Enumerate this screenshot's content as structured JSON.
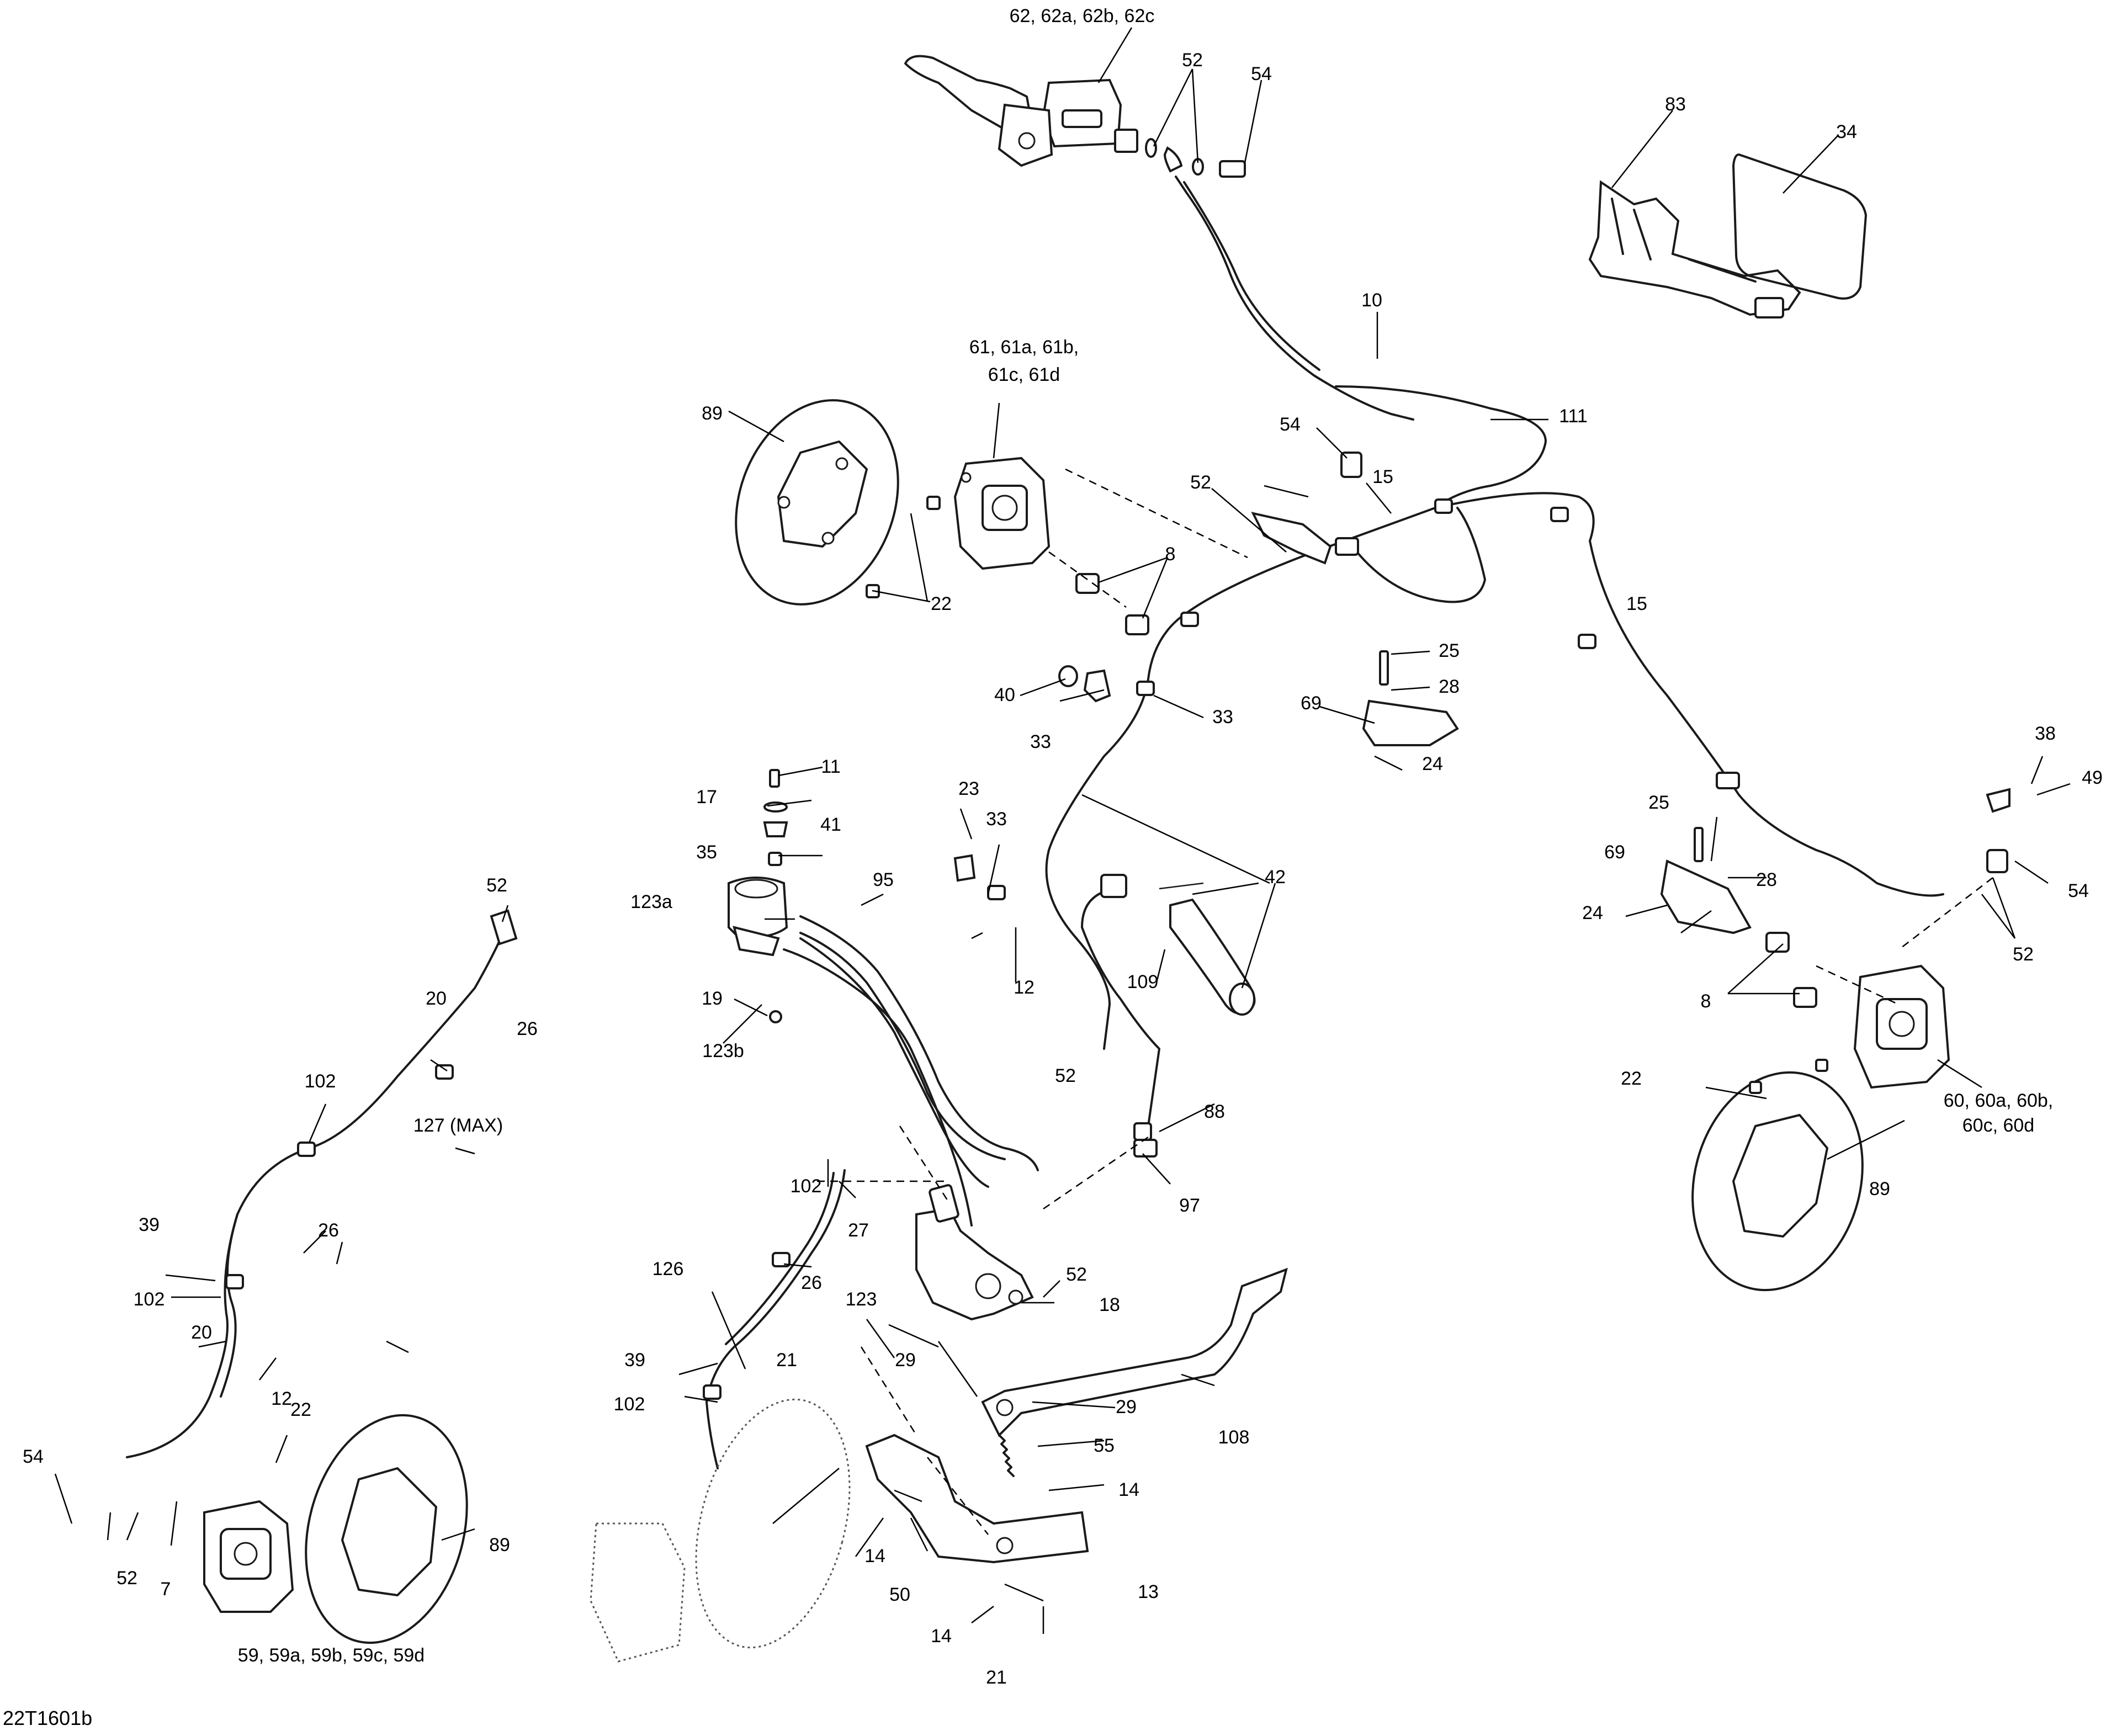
{
  "diagram": {
    "drawing_number": "22T1601b",
    "callouts": {
      "c62": "62, 62a, 62b, 62c",
      "c52_top": "52",
      "c54_top": "54",
      "c83": "83",
      "c34": "34",
      "c10": "10",
      "c61_line1": "61, 61a, 61b,",
      "c61_line2": "61c, 61d",
      "c89_top": "89",
      "c111": "111",
      "c54_mid": "54",
      "c52_mid": "52",
      "c15_a": "15",
      "c15_b": "15",
      "c22_top": "22",
      "c8_top": "8",
      "c25_top": "25",
      "c28_top": "28",
      "c69_top": "69",
      "c24_top": "24",
      "c40": "40",
      "c33_a": "33",
      "c33_b": "33",
      "c33_c": "33",
      "c11": "11",
      "c17": "17",
      "c41": "41",
      "c35": "35",
      "c23": "23",
      "c95": "95",
      "c42": "42",
      "c123a": "123a",
      "c19": "19",
      "c123b": "123b",
      "c12_mid": "12",
      "c109": "109",
      "c52_left": "52",
      "c20_a": "20",
      "c26_a": "26",
      "c102_a": "102",
      "c127": "127 (MAX)",
      "c26_b": "26",
      "c39_a": "39",
      "c102_b": "102",
      "c20_b": "20",
      "c12_left": "12",
      "c22_left": "22",
      "c54_left": "54",
      "c52_bl": "52",
      "c7": "7",
      "c89_left": "89",
      "c59": "59, 59a, 59b, 59c, 59d",
      "c52_c": "52",
      "c88": "88",
      "c97": "97",
      "c102_c": "102",
      "c27": "27",
      "c26_c": "26",
      "c126": "126",
      "c123": "123",
      "c52_d": "52",
      "c18": "18",
      "c39_b": "39",
      "c102_d": "102",
      "c21_a": "21",
      "c29_a": "29",
      "c29_b": "29",
      "c108": "108",
      "c55": "55",
      "c14_a": "14",
      "c14_b": "14",
      "c50": "50",
      "c13": "13",
      "c14_c": "14",
      "c21_b": "21",
      "c38": "38",
      "c49": "49",
      "c25_r": "25",
      "c69_r": "69",
      "c28_r": "28",
      "c24_r": "24",
      "c54_r": "54",
      "c52_r": "52",
      "c8_r": "8",
      "c22_r": "22",
      "c60_line1": "60, 60a, 60b,",
      "c60_line2": "60c, 60d",
      "c89_r": "89"
    }
  }
}
